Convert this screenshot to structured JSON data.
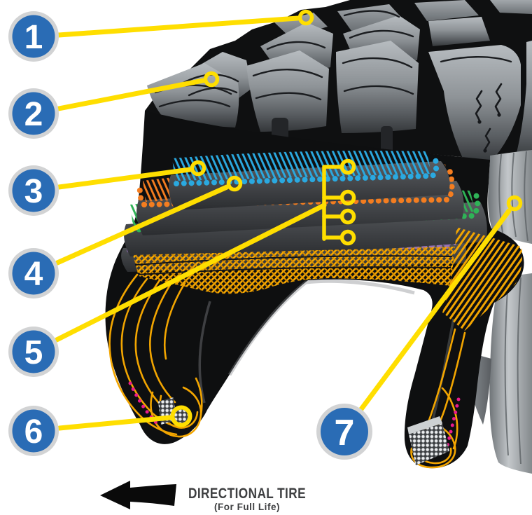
{
  "callouts": [
    {
      "label": "1"
    },
    {
      "label": "2"
    },
    {
      "label": "3"
    },
    {
      "label": "4"
    },
    {
      "label": "5"
    },
    {
      "label": "6"
    },
    {
      "label": "7"
    }
  ],
  "footer": {
    "title": "DIRECTIONAL TIRE",
    "subtitle": "(For Full Life)"
  },
  "colors": {
    "callout_fill": "#2A6CB5",
    "callout_ring": "#D2D3D4",
    "leader_yellow": "#FFDE00",
    "belt_blue": "#2AA9E0",
    "belt_orange": "#F47D20",
    "belt_green": "#2FB357",
    "belt_purple": "#9671B9",
    "ply_gold": "#F2A500",
    "accent_pink": "#EB1B8D",
    "footer_text": "#3E3F41"
  }
}
